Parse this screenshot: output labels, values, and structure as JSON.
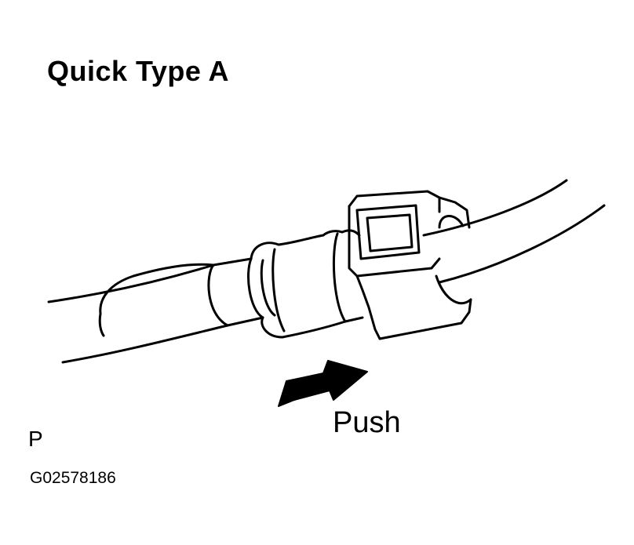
{
  "title": "Quick Type A",
  "action_label": "Push",
  "view_letter": "P",
  "figure_code": "G02578186",
  "colors": {
    "line": "#000000",
    "background": "#ffffff"
  },
  "icons": [
    "push-arrow-icon"
  ]
}
